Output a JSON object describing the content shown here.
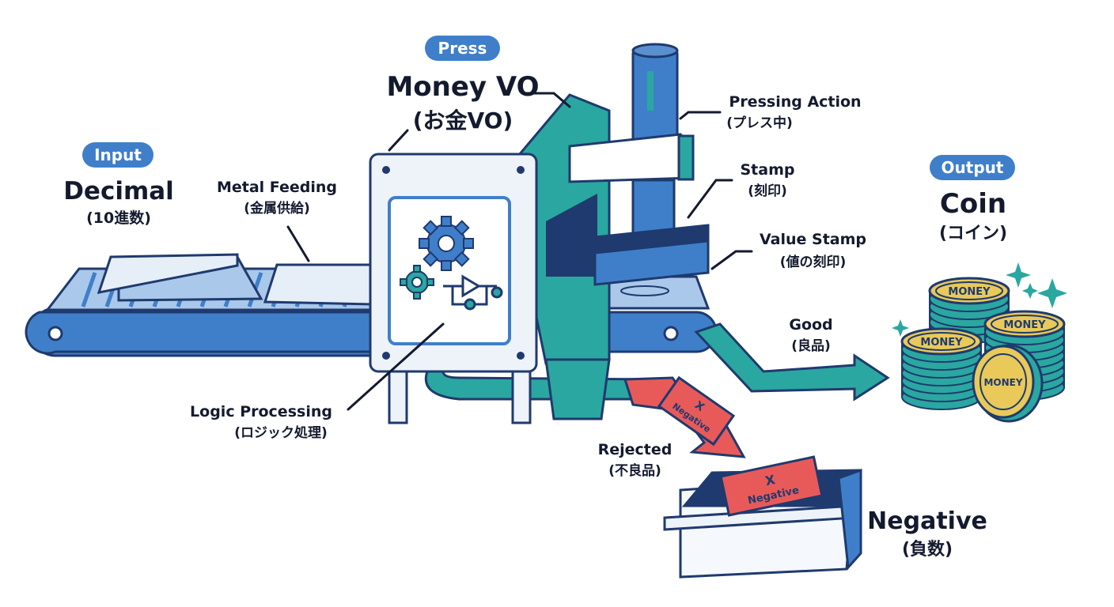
{
  "stages": {
    "input": {
      "tag": "Input",
      "title": "Decimal",
      "subtitle": "(10進数)"
    },
    "press": {
      "tag": "Press",
      "title": "Money VO",
      "subtitle": "(お金VO)"
    },
    "output": {
      "tag": "Output",
      "title": "Coin",
      "subtitle": "(コイン)"
    }
  },
  "labels": {
    "metal_feeding": {
      "en": "Metal Feeding",
      "ja": "(金属供給)"
    },
    "pressing_action": {
      "en": "Pressing Action",
      "ja": "(プレス中)"
    },
    "stamp": {
      "en": "Stamp",
      "ja": "(刻印)"
    },
    "value_stamp": {
      "en": "Value Stamp",
      "ja": "(値の刻印)"
    },
    "good": {
      "en": "Good",
      "ja": "(良品)"
    },
    "logic_processing": {
      "en": "Logic Processing",
      "ja": "(ロジック処理)"
    },
    "rejected": {
      "en": "Rejected",
      "ja": "(不良品)"
    },
    "negative": {
      "en": "Negative",
      "ja": "(負数)"
    }
  },
  "coin_text": "MONEY",
  "reject_ticket": {
    "mark": "X",
    "text": "Negative"
  },
  "colors": {
    "navy": "#1f3a6e",
    "blue": "#3f7fca",
    "light_blue": "#aac8ea",
    "teal": "#2aa7a0",
    "gold": "#e8c95a",
    "red": "#e85a5a",
    "ink": "#141a2e"
  }
}
